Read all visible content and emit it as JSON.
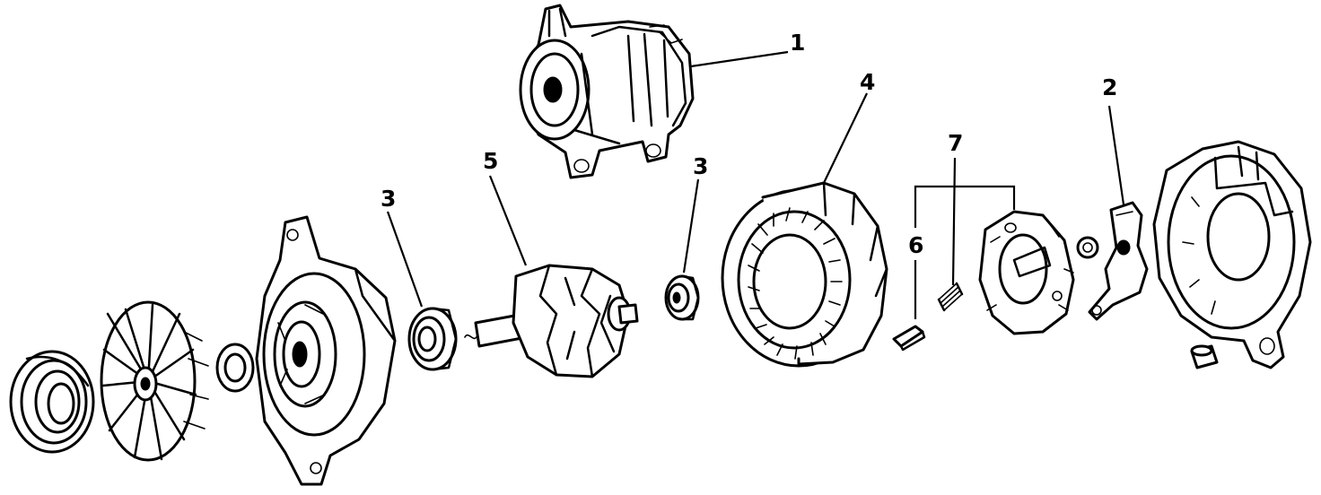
{
  "callouts": {
    "one": "1",
    "two": "2",
    "three_left": "3",
    "three_right": "3",
    "four": "4",
    "five": "5",
    "six": "6",
    "seven": "7"
  },
  "colors": {
    "ink": "#000000",
    "paper": "#ffffff"
  }
}
